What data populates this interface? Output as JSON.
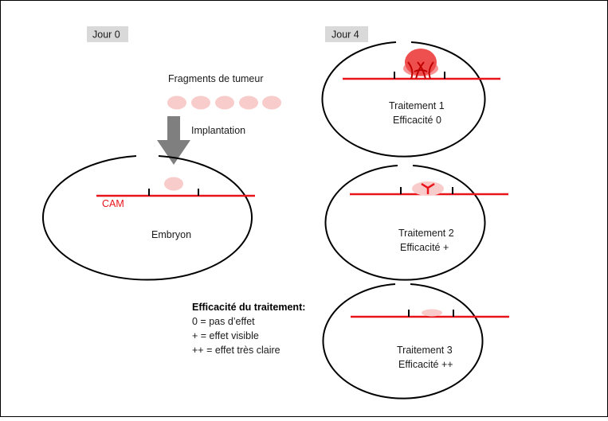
{
  "labels": {
    "day0": "Jour 0",
    "day4": "Jour 4",
    "fragments": "Fragments de tumeur",
    "implantation": "Implantation",
    "cam": "CAM",
    "embryo": "Embryon"
  },
  "treatments": [
    {
      "name": "Traitement 1",
      "efficacy": "Efficacité 0"
    },
    {
      "name": "Traitement 2",
      "efficacy": "Efficacité +"
    },
    {
      "name": "Traitement 3",
      "efficacy": "Efficacité ++"
    }
  ],
  "legend": {
    "title": "Efficacité du traitement:",
    "items": [
      "0 = pas d’effet",
      "+ = effet visible",
      "++ = effet très claire"
    ]
  },
  "colors": {
    "membrane": "#e8141a",
    "tumor_light": "#f9cccc",
    "tumor_medium": "#f5a3a3",
    "tumor_dark": "#ee4f4f",
    "arrow": "#7f7f7f",
    "day_badge": "#d9d9d9",
    "outline": "#000000"
  }
}
